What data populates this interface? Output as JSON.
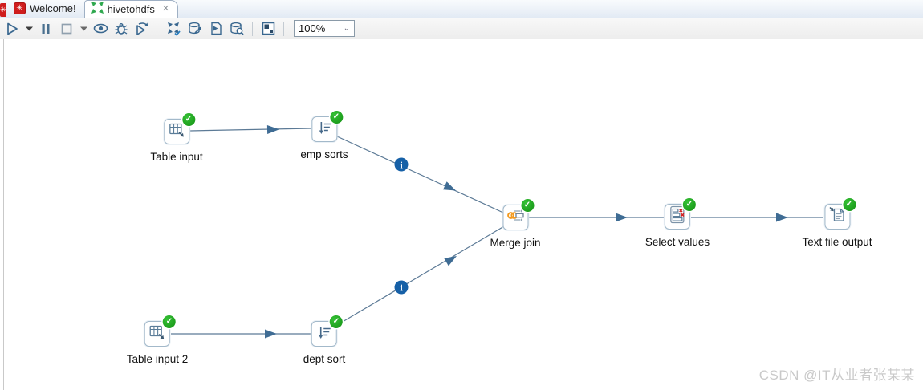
{
  "window": {
    "tabs": [
      {
        "label": "Welcome!",
        "icon": "pentaho-red-icon",
        "active": false,
        "closable": false
      },
      {
        "label": "hivetohdfs",
        "icon": "transformation-icon",
        "active": true,
        "closable": true
      }
    ]
  },
  "toolbar": {
    "zoom_level": "100%",
    "icons": [
      "run-icon",
      "run-options-chevron-icon",
      "pause-icon",
      "stop-icon",
      "stop-options-chevron-icon",
      "preview-icon",
      "debug-icon",
      "replay-icon",
      "verify-transformation-icon",
      "impact-analysis-icon",
      "generate-sql-icon",
      "explore-database-icon",
      "show-execution-results-icon"
    ]
  },
  "canvas": {
    "nodes": [
      {
        "label": "Table input",
        "icon": "table-input-icon",
        "status": "success"
      },
      {
        "label": "emp sorts",
        "icon": "sort-rows-icon",
        "status": "success"
      },
      {
        "label": "Table input 2",
        "icon": "table-input-icon",
        "status": "success"
      },
      {
        "label": "dept sort",
        "icon": "sort-rows-icon",
        "status": "success"
      },
      {
        "label": "Merge join",
        "icon": "merge-join-icon",
        "status": "success"
      },
      {
        "label": "Select values",
        "icon": "select-values-icon",
        "status": "success"
      },
      {
        "label": "Text file output",
        "icon": "text-file-output-icon",
        "status": "success"
      }
    ],
    "hops": [
      {
        "from": "Table input",
        "to": "emp sorts",
        "info_badge": false
      },
      {
        "from": "emp sorts",
        "to": "Merge join",
        "info_badge": true
      },
      {
        "from": "Table input 2",
        "to": "dept sort",
        "info_badge": false
      },
      {
        "from": "dept sort",
        "to": "Merge join",
        "info_badge": true
      },
      {
        "from": "Merge join",
        "to": "Select values",
        "info_badge": false
      },
      {
        "from": "Select values",
        "to": "Text file output",
        "info_badge": false
      }
    ],
    "watermark": "CSDN @IT从业者张某某"
  },
  "colors": {
    "toolbar_icon_blue": "#39678f",
    "hop_line": "#5c7a96",
    "arrowhead_blue": "#3f6c94",
    "success_green": "#21a121",
    "info_badge_blue": "#1660a7",
    "tab_icon_red": "#cf1d1d",
    "tab_icon_green": "#2fa84f",
    "select_x_red": "#d42020",
    "merge_ring_orange": "#f39a1f"
  }
}
